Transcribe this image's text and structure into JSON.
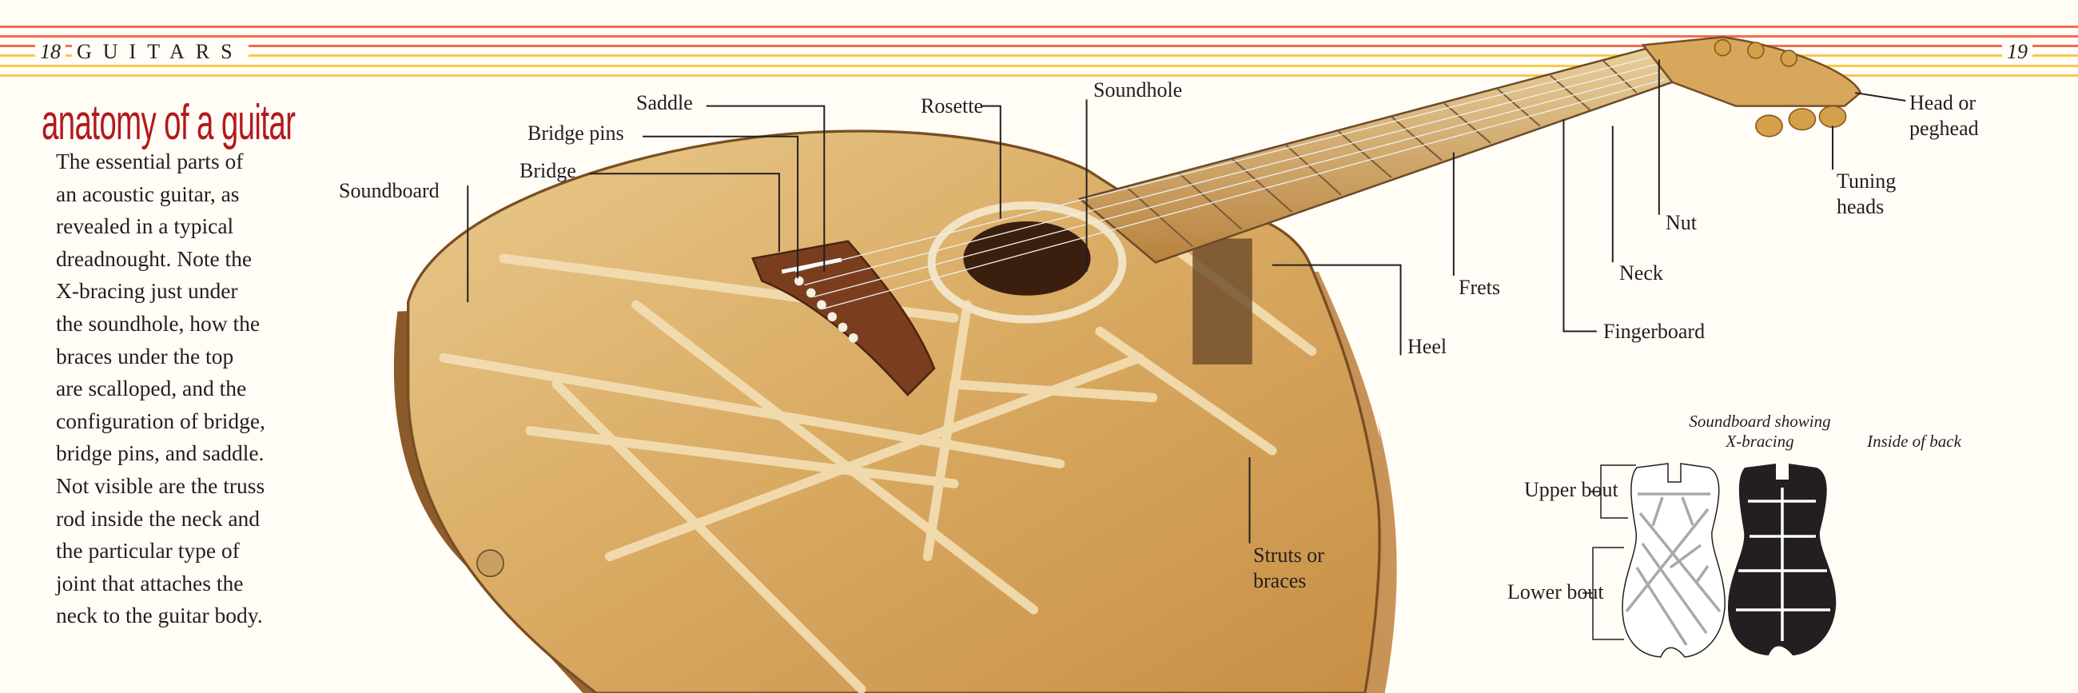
{
  "header": {
    "left_page_number": "18",
    "running_head": "GUITARS",
    "right_page_number": "19"
  },
  "colors": {
    "rule_red": "#f26e50",
    "rule_yellow": "#f8c94a",
    "title": "#b3191e"
  },
  "article": {
    "title": "anatomy of a guitar",
    "body_lines": [
      "The essential parts of",
      "an acoustic guitar, as",
      "revealed in a typical",
      "dreadnought. Note the",
      "X-bracing just under",
      "the soundhole, how the",
      "braces under the top",
      "are scalloped, and the",
      "configuration of bridge,",
      "bridge pins, and saddle.",
      "Not visible are the truss",
      "rod inside the neck and",
      "the particular type of",
      "joint that attaches the",
      "neck to the guitar body."
    ]
  },
  "labels": {
    "saddle": "Saddle",
    "bridge_pins": "Bridge pins",
    "bridge": "Bridge",
    "soundboard": "Soundboard",
    "rosette": "Rosette",
    "soundhole": "Soundhole",
    "head_1": "Head or",
    "head_2": "peghead",
    "tuning_1": "Tuning",
    "tuning_2": "heads",
    "nut": "Nut",
    "neck": "Neck",
    "frets": "Frets",
    "fingerboard": "Fingerboard",
    "heel": "Heel",
    "struts_1": "Struts or",
    "struts_2": "braces"
  },
  "diagrams": {
    "soundboard_caption_1": "Soundboard showing",
    "soundboard_caption_2": "X-bracing",
    "back_caption": "Inside of back",
    "upper_bout": "Upper bout",
    "lower_bout": "Lower bout"
  }
}
